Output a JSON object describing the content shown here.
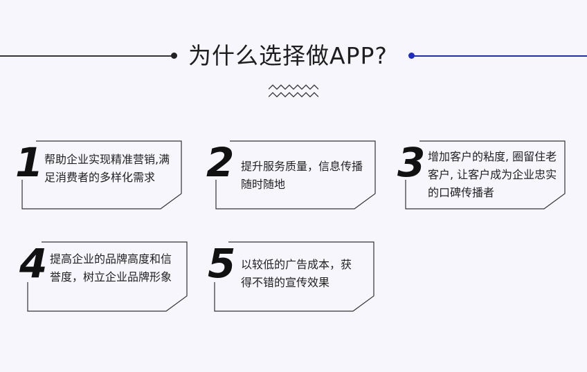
{
  "header": {
    "title": "为什么选择做APP?",
    "accent_color": "#1b2cc7",
    "wave_icon": "wave-decoration-icon"
  },
  "cards": [
    {
      "number": "1",
      "text": "帮助企业实现精准营销,满足消费者的多样化需求"
    },
    {
      "number": "2",
      "text": "提升服务质量，信息传播随时随地"
    },
    {
      "number": "3",
      "text": "增加客户的粘度, 圈留住老客户, 让客户成为企业忠实的口碑传播者"
    },
    {
      "number": "4",
      "text": "提高企业的品牌高度和信誉度，树立企业品牌形象"
    },
    {
      "number": "5",
      "text": "以较低的广告成本，获得不错的宣传效果"
    }
  ]
}
